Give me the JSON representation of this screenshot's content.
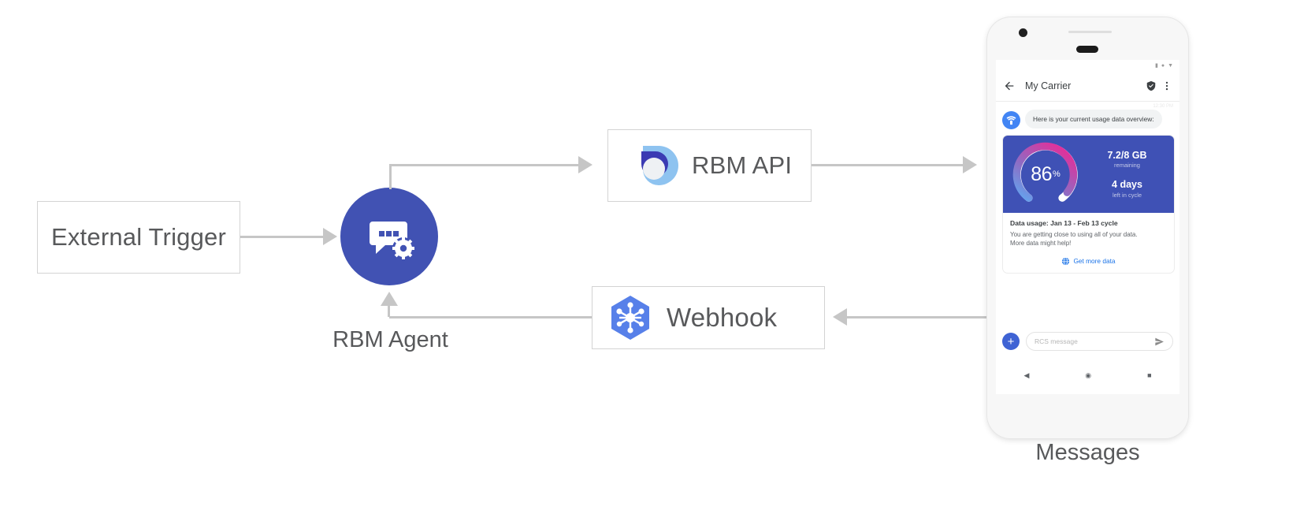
{
  "diagram": {
    "nodes": {
      "external_trigger": {
        "label": "External Trigger"
      },
      "rbm_agent": {
        "label": "RBM Agent",
        "icon": "chat-gear-icon",
        "color": "#4152b3"
      },
      "rbm_api": {
        "label": "RBM API",
        "icon": "rbm-api-logo-icon"
      },
      "webhook": {
        "label": "Webhook",
        "icon": "webhook-hexagon-icon",
        "color": "#5780e9"
      },
      "messages": {
        "label": "Messages"
      }
    },
    "connector_color": "#c6c6c6"
  },
  "phone": {
    "status_bar": {
      "signal": "▮",
      "wifi": "●",
      "battery": "▼"
    },
    "app_bar": {
      "back_icon": "back-arrow-icon",
      "title": "My Carrier",
      "verified_icon": "verified-shield-icon",
      "overflow_icon": "more-vert-icon",
      "timestamp": "12:30 PM"
    },
    "conversation": {
      "avatar_icon": "carrier-wifi-avatar-icon",
      "intro_message": "Here is your current usage data overview:",
      "card": {
        "gauge": {
          "percent": "86",
          "percent_sign": "%",
          "value": 86
        },
        "stats": [
          {
            "big": "7.2/8 GB",
            "small": "remaining"
          },
          {
            "big": "4 days",
            "small": "left in cycle"
          }
        ],
        "title": "Data usage: Jan 13 - Feb 13 cycle",
        "description_line1": "You are getting close to using all of your data.",
        "description_line2": "More data might help!",
        "action": {
          "icon": "globe-icon",
          "label": "Get more data",
          "color": "#1a73e8"
        }
      }
    },
    "composer": {
      "plus_label": "+",
      "placeholder": "RCS message",
      "send_icon": "send-icon"
    },
    "nav_bar": {
      "back": "◀",
      "home": "◉",
      "recents": "■"
    }
  }
}
